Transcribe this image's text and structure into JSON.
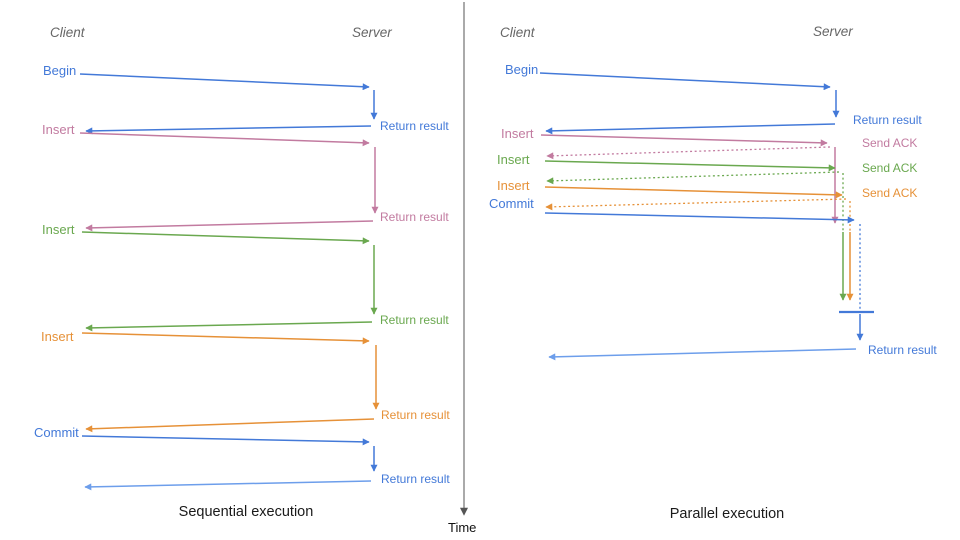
{
  "palette": {
    "blue": "#4379d8",
    "light_blue": "#6d9eeb",
    "pink": "#c27ba0",
    "green": "#6aa84f",
    "orange": "#e69138",
    "axis_gray": "#555555",
    "header_gray": "#666666",
    "title_black": "#1a1a1a"
  },
  "axis": {
    "time_label": "Time"
  },
  "sequential": {
    "title": "Sequential execution",
    "columns": {
      "client": "Client",
      "server": "Server"
    },
    "messages": [
      {
        "op": "Begin",
        "color": "blue",
        "server_reply": "Return result"
      },
      {
        "op": "Insert",
        "color": "pink",
        "server_reply": "Return result"
      },
      {
        "op": "Insert",
        "color": "green",
        "server_reply": "Return result"
      },
      {
        "op": "Insert",
        "color": "orange",
        "server_reply": "Return result"
      },
      {
        "op": "Commit",
        "color": "blue",
        "server_reply": "Return result"
      }
    ]
  },
  "parallel": {
    "title": "Parallel execution",
    "columns": {
      "client": "Client",
      "server": "Server"
    },
    "messages": [
      {
        "op": "Begin",
        "color": "blue",
        "server_reply": "Return result"
      },
      {
        "op": "Insert",
        "color": "pink",
        "server_reply": "Send ACK"
      },
      {
        "op": "Insert",
        "color": "green",
        "server_reply": "Send ACK"
      },
      {
        "op": "Insert",
        "color": "orange",
        "server_reply": "Send ACK"
      },
      {
        "op": "Commit",
        "color": "blue",
        "server_reply": "Return result"
      }
    ]
  }
}
